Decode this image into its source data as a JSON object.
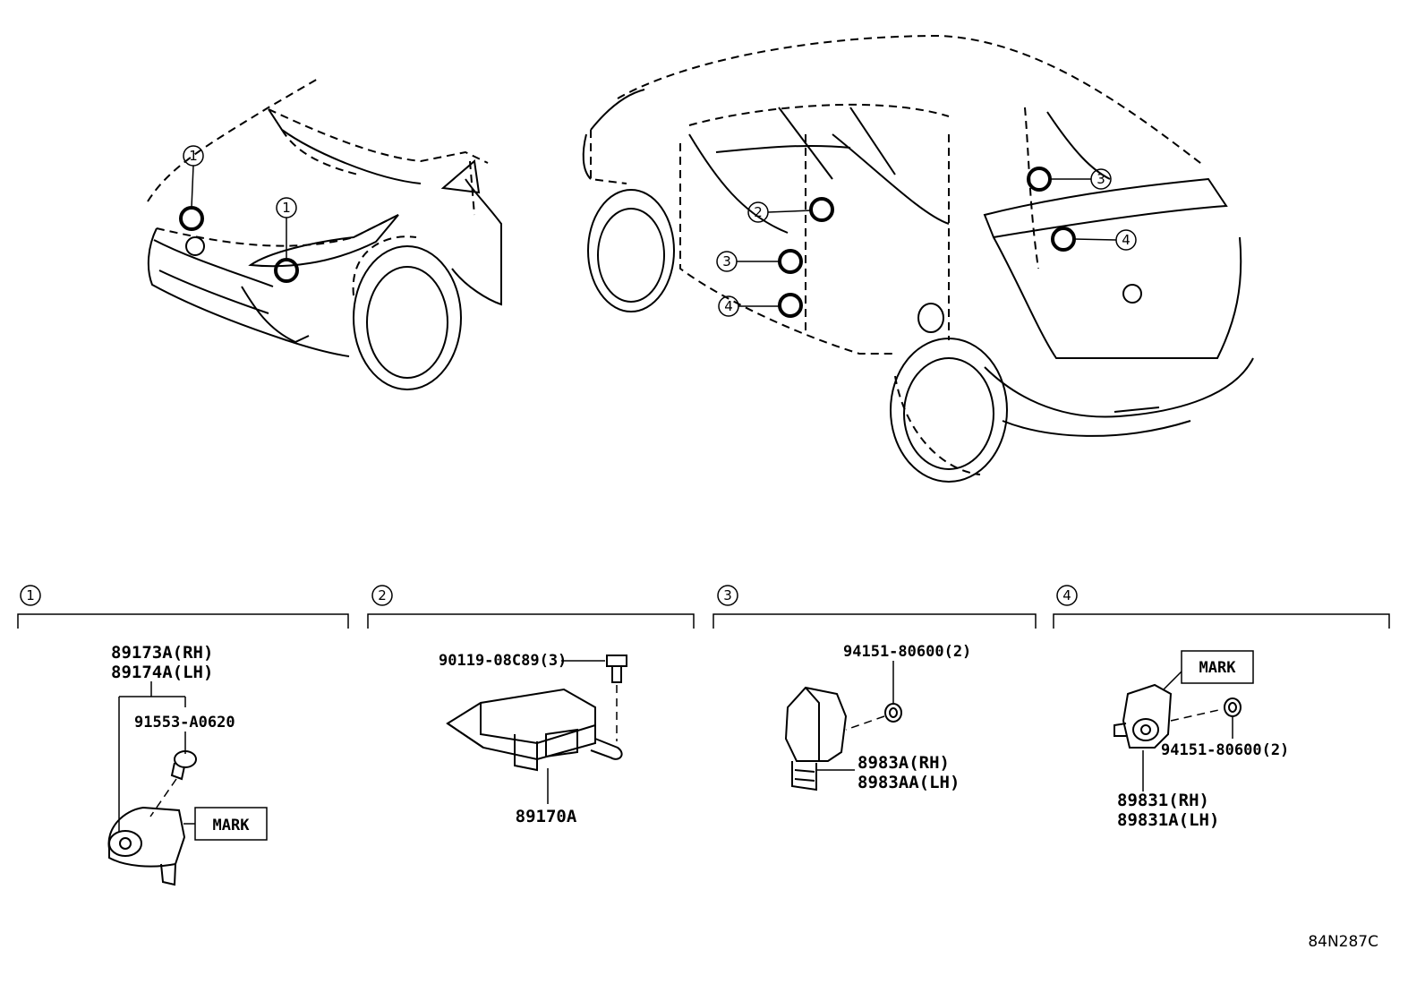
{
  "diagram_ref": "84N287C",
  "callouts": {
    "c1": "1",
    "c2": "2",
    "c3": "3",
    "c4": "4"
  },
  "sections": [
    {
      "index": "1",
      "parts": [
        "89173A(RH)",
        "89174A(LH)",
        "91553-A0620"
      ],
      "mark_label": "MARK"
    },
    {
      "index": "2",
      "parts": [
        "90119-08C89(3)",
        "89170A"
      ]
    },
    {
      "index": "3",
      "parts": [
        "94151-80600(2)",
        "8983A(RH)",
        "8983AA(LH)"
      ]
    },
    {
      "index": "4",
      "parts": [
        "94151-80600(2)",
        "89831(RH)",
        "89831A(LH)"
      ],
      "mark_label": "MARK"
    }
  ]
}
